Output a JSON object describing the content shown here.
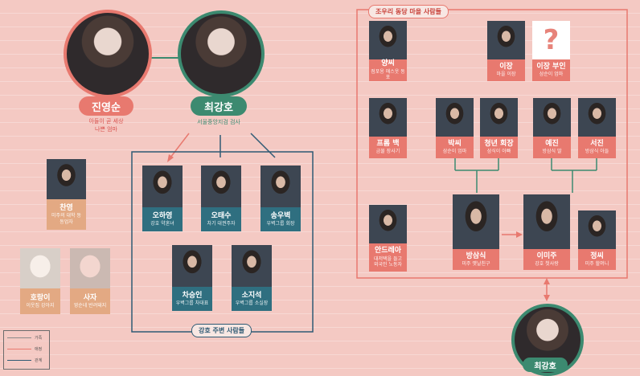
{
  "colors": {
    "accent_red": "#e8796f",
    "accent_green": "#3c8a70",
    "line_blue": "#2f5a74",
    "tag_teal": "#2f6f80",
    "tag_sand": "#e3a983"
  },
  "main": {
    "mother": {
      "name": "진영순",
      "desc_line1": "아들이 곧 세상",
      "desc_line2": "나쁜 엄마"
    },
    "son": {
      "name": "최강호",
      "desc": "서울중앙지검 검사"
    }
  },
  "left": [
    {
      "name": "찬영",
      "role1": "미주의 대학 동",
      "role2": "동업자"
    },
    {
      "name": "호랑이",
      "role1": "이웃집 강아지"
    },
    {
      "name": "사자",
      "role1": "영순네 반려돼지"
    }
  ],
  "kangho_group": {
    "label": "강호 주변 사람들",
    "members": [
      {
        "name": "오하영",
        "role": "강호 약혼녀"
      },
      {
        "name": "오태수",
        "role": "차기 대권주자"
      },
      {
        "name": "송우벽",
        "role": "우벽그룹 회장"
      },
      {
        "name": "차승인",
        "role": "우벽그룹 차대표"
      },
      {
        "name": "소지석",
        "role": "우벽그룹 소실장"
      }
    ]
  },
  "village": {
    "label": "조우리 동당 마을 사람들",
    "unknown_glyph": "?",
    "members": [
      {
        "name": "양씨",
        "role": "점포옹 애스웃 동포"
      },
      {
        "name": "이장",
        "role": "마을 이장"
      },
      {
        "name": "이장 부인",
        "role": "삼순이 엄마"
      },
      {
        "name": "프롬 백",
        "role": "금물 장사기"
      },
      {
        "name": "박씨",
        "role": "삼순이 엄마"
      },
      {
        "name": "청년 회장",
        "role": "삼식이 아빠"
      },
      {
        "name": "예진",
        "role": "방삼식 딸"
      },
      {
        "name": "서진",
        "role": "방삼식 아들"
      },
      {
        "name": "안드레아",
        "role1": "대저택을 들고",
        "role2": "외국인 노동자"
      },
      {
        "name": "방삼식",
        "role": "미주 옛날친구"
      },
      {
        "name": "이미주",
        "role": "강호 첫사랑"
      },
      {
        "name": "정씨",
        "role": "미주 할머니"
      }
    ]
  },
  "bottom": {
    "name": "최강호"
  },
  "legend": [
    {
      "label": "가족",
      "color": "#8a8a8a"
    },
    {
      "label": "애정",
      "color": "#e8796f"
    },
    {
      "label": "관계",
      "color": "#2f5a74"
    }
  ]
}
